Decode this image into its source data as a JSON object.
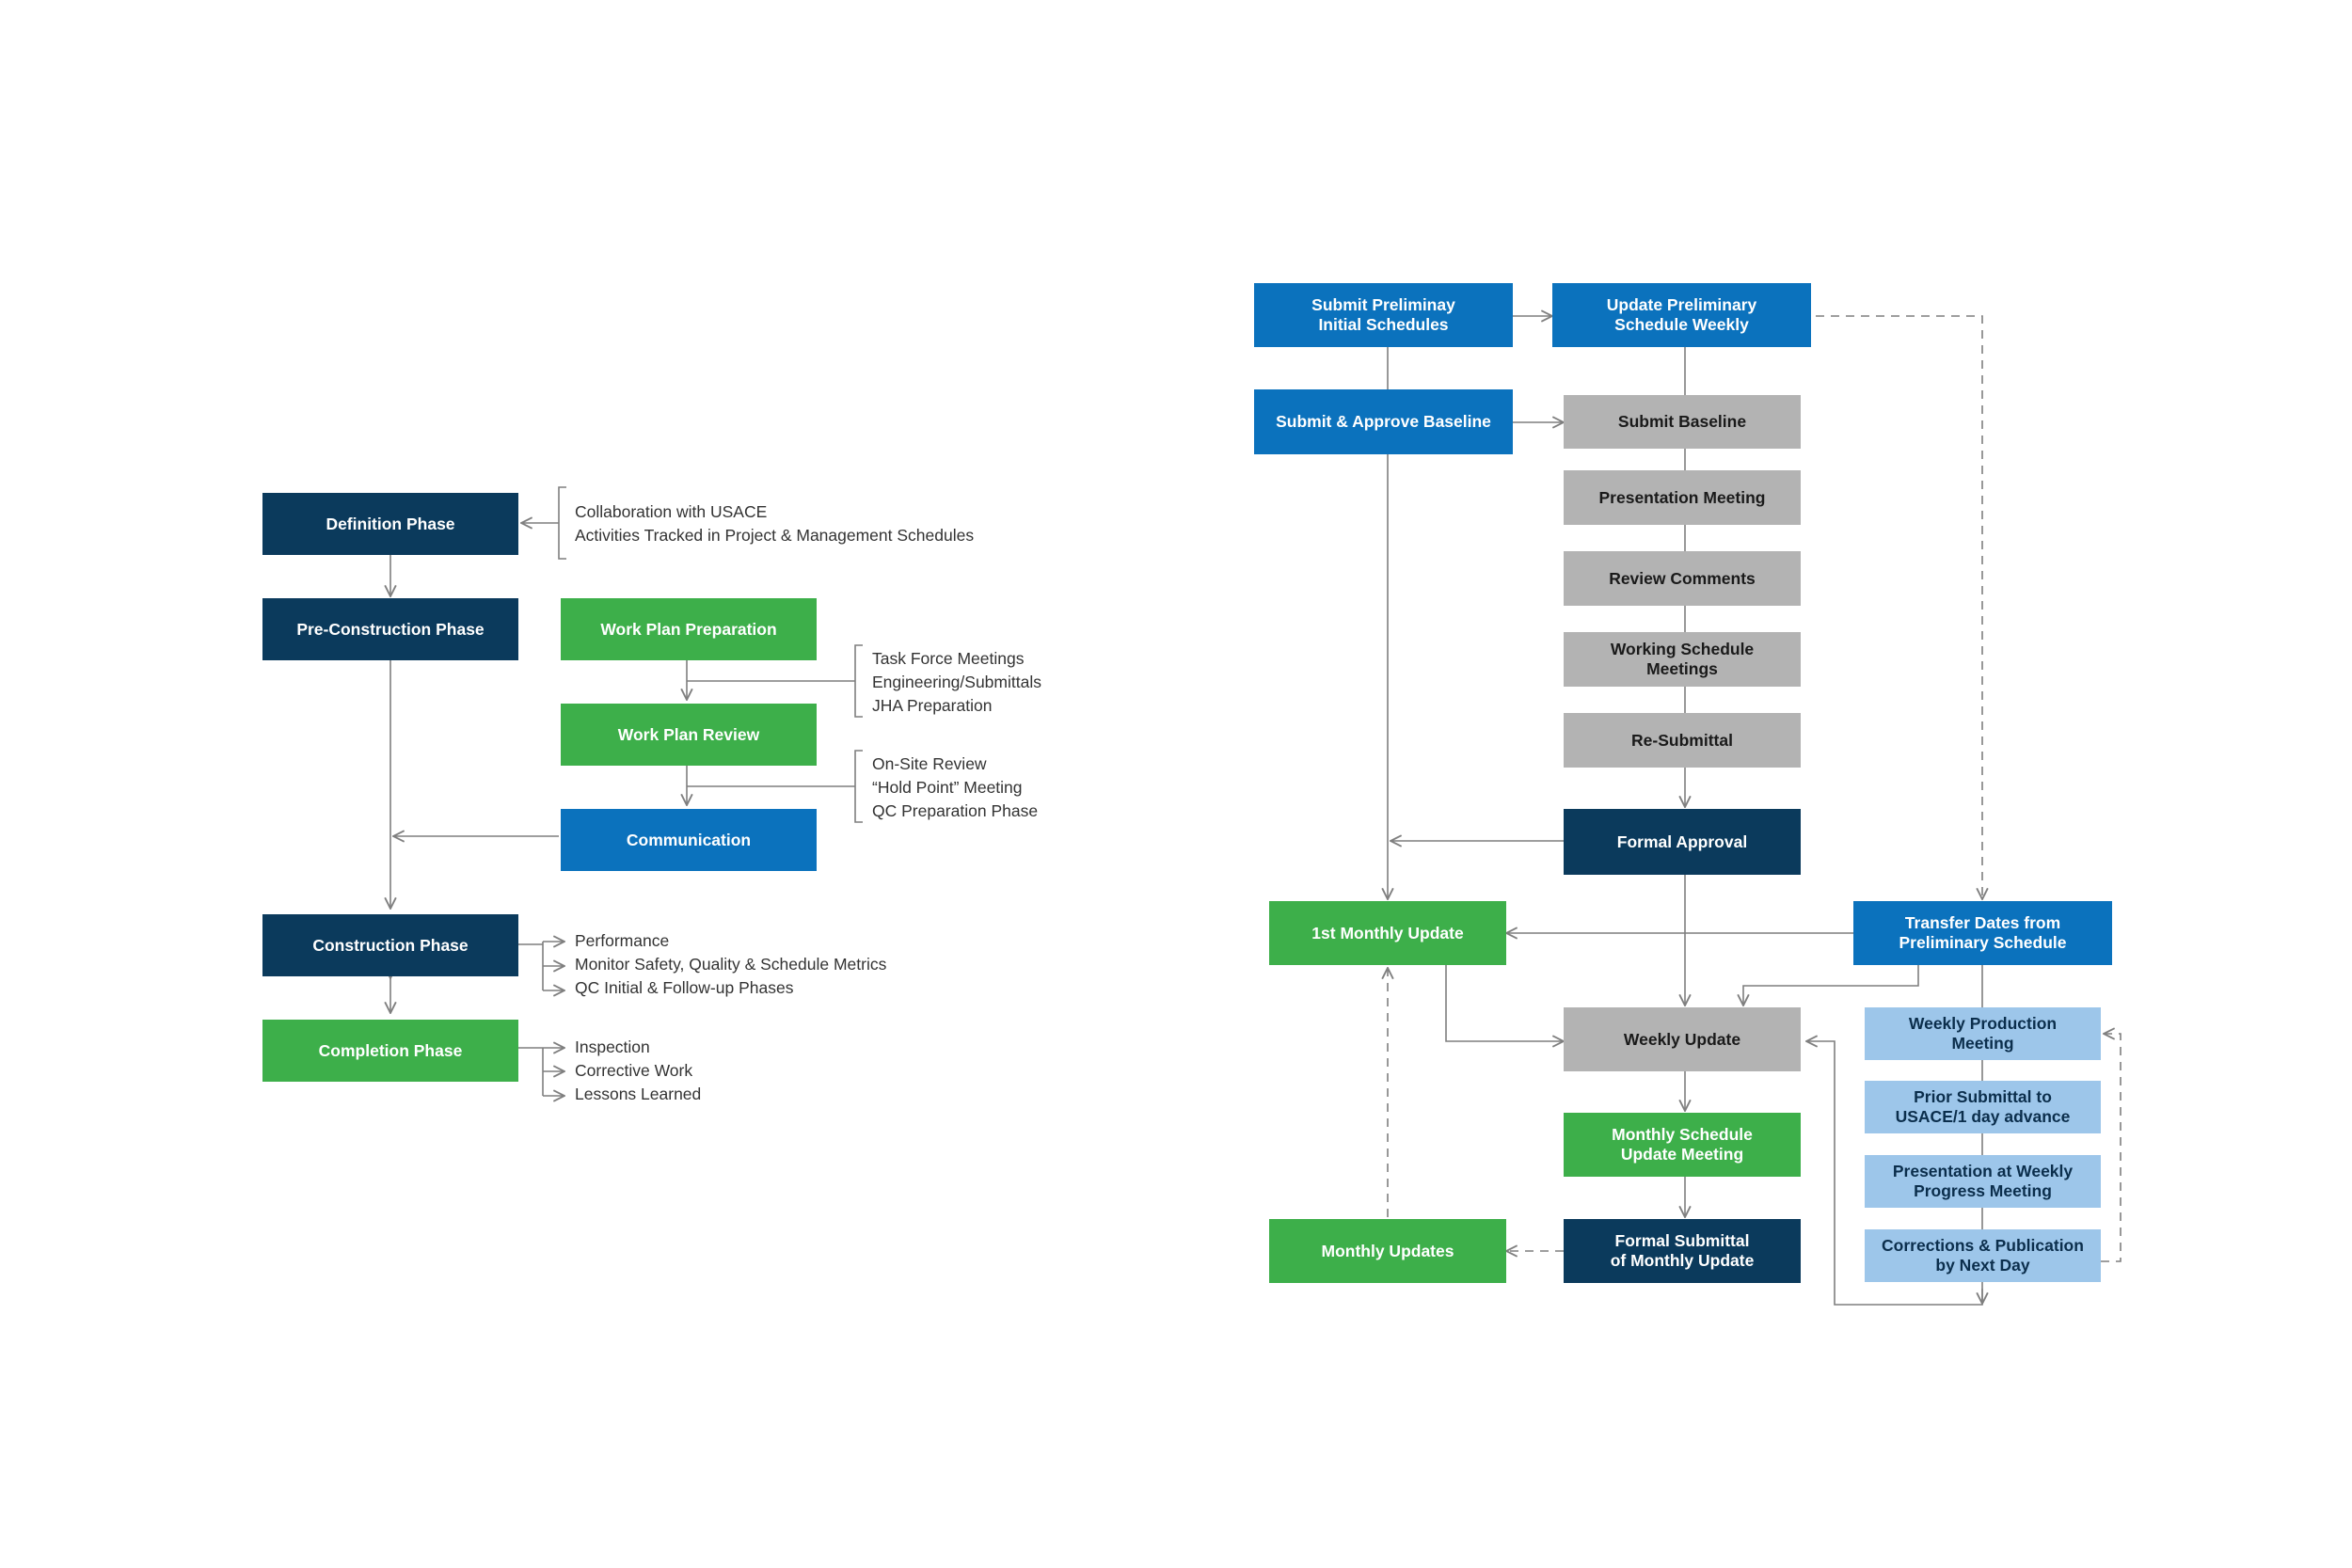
{
  "colors": {
    "navy": "#0b3a5c",
    "blue": "#0b72bd",
    "green": "#3daf4a",
    "gray": "#b3b3b3",
    "light_blue": "#9dc6ea",
    "connector": "#7f7f7f"
  },
  "left_flow": {
    "definition_phase": "Definition Phase",
    "pre_construction_phase": "Pre-Construction Phase",
    "work_plan_preparation": "Work Plan Preparation",
    "work_plan_review": "Work Plan Review",
    "communication": "Communication",
    "construction_phase": "Construction Phase",
    "completion_phase": "Completion Phase",
    "definition_notes": [
      "Collaboration with USACE",
      "Activities Tracked in Project & Management Schedules"
    ],
    "preparation_notes": [
      "Task Force Meetings",
      "Engineering/Submittals",
      "JHA Preparation"
    ],
    "review_notes": [
      "On-Site Review",
      "“Hold Point” Meeting",
      "QC Preparation Phase"
    ],
    "construction_notes": [
      "Performance",
      "Monitor Safety, Quality & Schedule Metrics",
      "QC Initial & Follow-up Phases"
    ],
    "completion_notes": [
      "Inspection",
      "Corrective Work",
      "Lessons Learned"
    ]
  },
  "right_flow": {
    "submit_preliminary": "Submit Preliminay\nInitial Schedules",
    "update_preliminary": "Update Preliminary\nSchedule Weekly",
    "submit_approve_baseline": "Submit & Approve Baseline",
    "submit_baseline": "Submit Baseline",
    "presentation_meeting": "Presentation Meeting",
    "review_comments": "Review Comments",
    "working_schedule_meetings": "Working Schedule\nMeetings",
    "re_submittal": "Re-Submittal",
    "formal_approval": "Formal Approval",
    "first_monthly_update": "1st Monthly Update",
    "transfer_dates": "Transfer Dates from\nPreliminary Schedule",
    "weekly_update": "Weekly Update",
    "weekly_production_meeting": "Weekly Production\nMeeting",
    "prior_submittal": "Prior Submittal to\nUSACE/1 day advance",
    "presentation_weekly_progress": "Presentation at Weekly\nProgress Meeting",
    "corrections_publication": "Corrections & Publication\nby Next Day",
    "monthly_schedule_update_meeting": "Monthly Schedule\nUpdate Meeting",
    "formal_submittal_monthly": "Formal Submittal\nof Monthly Update",
    "monthly_updates": "Monthly Updates"
  }
}
